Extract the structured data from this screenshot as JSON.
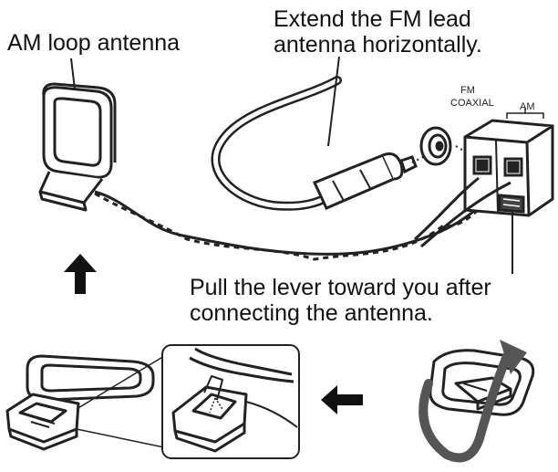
{
  "labels": {
    "am_loop_antenna": "AM loop antenna",
    "fm_lead_line1": "Extend the FM lead",
    "fm_lead_line2": "antenna horizontally.",
    "pull_lever_line1": "Pull the lever toward you after",
    "pull_lever_line2": "connecting the antenna."
  },
  "terminals": {
    "fm_line1": "FM",
    "fm_line2": "COAXIAL",
    "am": "AM"
  }
}
